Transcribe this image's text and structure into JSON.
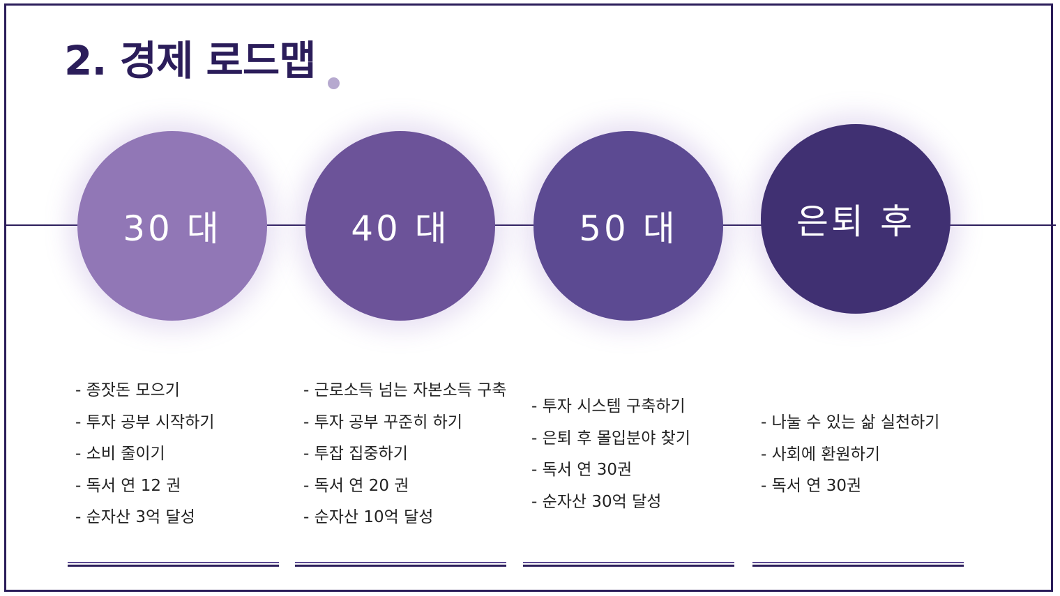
{
  "title": "2. 경제 로드맵",
  "colors": {
    "frame": "#2b1d5a",
    "title_text": "#2b1d5a",
    "title_dot": "#b6a9cf",
    "stage_30s": "#9177b6",
    "stage_40s": "#6c5399",
    "stage_50s": "#5c4a92",
    "stage_retired": "#403072"
  },
  "stages": [
    {
      "label": "30 대",
      "items": [
        "- 종잣돈 모으기",
        "- 투자 공부 시작하기",
        "- 소비 줄이기",
        "- 독서 연 12 권",
        "- 순자산 3억 달성"
      ]
    },
    {
      "label": "40 대",
      "items": [
        "- 근로소득 넘는 자본소득 구축",
        "- 투자 공부 꾸준히 하기",
        "- 투잡 집중하기",
        "- 독서 연 20 권",
        "- 순자산 10억 달성"
      ]
    },
    {
      "label": "50 대",
      "items": [
        "- 투자 시스템 구축하기",
        "- 은퇴 후 몰입분야 찾기",
        "- 독서 연 30권",
        "- 순자산 30억 달성"
      ]
    },
    {
      "label": "은퇴 후",
      "items": [
        "- 나눌 수 있는 삶 실천하기",
        "- 사회에 환원하기",
        "- 독서 연 30권"
      ]
    }
  ]
}
